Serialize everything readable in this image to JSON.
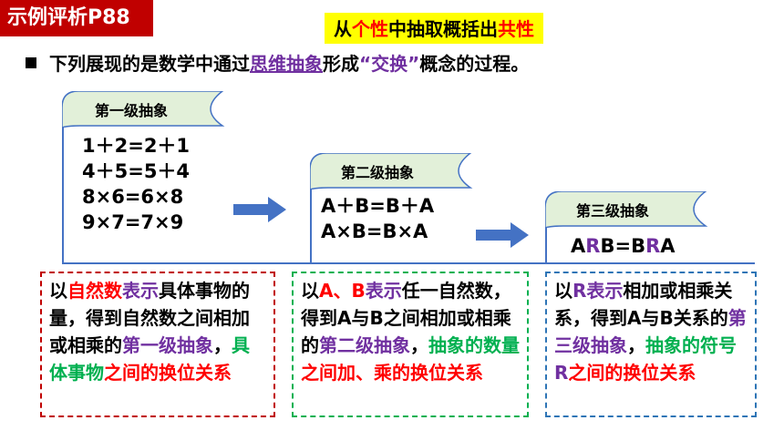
{
  "header": {
    "badge": "示例评析P88",
    "banner": {
      "p1": "从",
      "p2": "个性",
      "p3": "中抽取概括出",
      "p4": "共性"
    }
  },
  "intro": {
    "p1": "下列展现的是数学中通过",
    "link": "思维抽象",
    "p2": "形成",
    "p3": "“交换”",
    "p4": "概念的过程。"
  },
  "levels": [
    {
      "label": "第一级抽象",
      "equations": [
        "1＋2=2＋1",
        "4＋5=5＋4",
        "8×6=6×8",
        "9×7=7×9"
      ]
    },
    {
      "label": "第二级抽象",
      "equations": [
        "A＋B=B＋A",
        "A×B=B×A"
      ]
    },
    {
      "label": "第三级抽象",
      "formula": {
        "a1": "A",
        "r1": "R",
        "b1": "B",
        "eq": "=",
        "b2": "B",
        "r2": "R",
        "a2": "A"
      }
    }
  ],
  "boxes": {
    "box1": {
      "p1": "以",
      "p2": "自然数",
      "p3": "表示",
      "p4": "具体事物的量，得到自然数之间相加或相乘的",
      "p5": "第一级抽象",
      "p6": "，",
      "p7": "具体事物",
      "p8": "之间的换位关系"
    },
    "box2": {
      "p1": "以",
      "p2": "A、B",
      "p3": "表示",
      "p4": "任一自然数，得到A与B之间相加或相乘的",
      "p5": "第二级抽象",
      "p6": "，",
      "p7": "抽象的数量",
      "p8": "之间加、乘的换位关系"
    },
    "box3": {
      "p1": "以",
      "p2": "R",
      "p3": "表示",
      "p4": "相加或相乘关系，得到A与B关系的",
      "p5": "第三级抽象",
      "p6": "，",
      "p7": "抽象的符号",
      "p8": "R",
      "p9": "之间的换位关系"
    }
  },
  "colors": {
    "badge_bg": "#c00000",
    "highlight": "#ffff00",
    "red": "#ff0000",
    "green": "#00b050",
    "purple": "#7030a0",
    "line_blue": "#4472c4",
    "tab_fill": "#e2f0d9"
  }
}
